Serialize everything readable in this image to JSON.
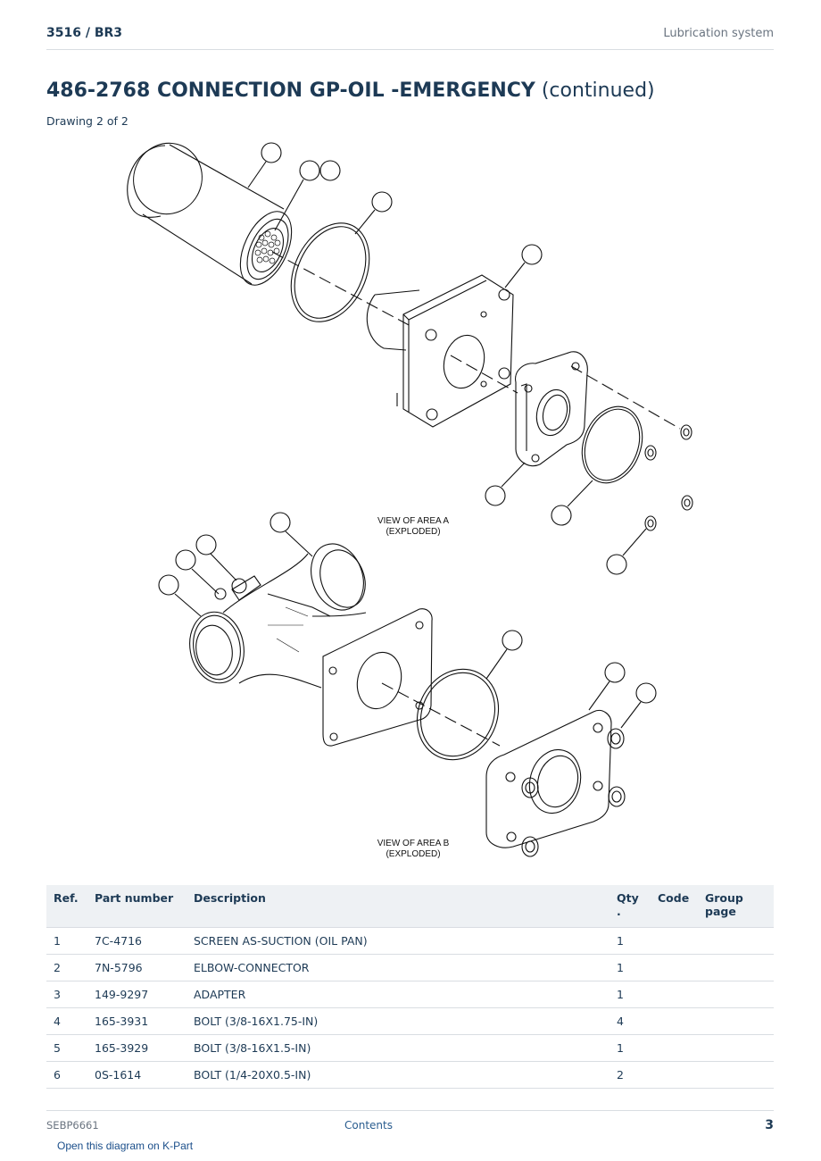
{
  "header": {
    "model": "3516  /  BR3",
    "section": "Lubrication system"
  },
  "title": {
    "main": "486-2768 CONNECTION GP-OIL -EMERGENCY",
    "suffix": "(continued)"
  },
  "drawing_label": "Drawing 2 of 2",
  "drawing": {
    "view_a_line1": "VIEW OF AREA A",
    "view_a_line2": "(EXPLODED)",
    "view_b_line1": "VIEW OF AREA B",
    "view_b_line2": "(EXPLODED)"
  },
  "table": {
    "headers": {
      "ref": "Ref.",
      "part_number": "Part number",
      "description": "Description",
      "qty": "Qty\n.",
      "code": "Code",
      "group_page": "Group page"
    },
    "rows": [
      {
        "ref": "1",
        "part_number": "7C-4716",
        "description": "SCREEN AS-SUCTION (OIL PAN)",
        "qty": "1",
        "code": "",
        "group_page": ""
      },
      {
        "ref": "2",
        "part_number": "7N-5796",
        "description": "ELBOW-CONNECTOR",
        "qty": "1",
        "code": "",
        "group_page": ""
      },
      {
        "ref": "3",
        "part_number": "149-9297",
        "description": "ADAPTER",
        "qty": "1",
        "code": "",
        "group_page": ""
      },
      {
        "ref": "4",
        "part_number": "165-3931",
        "description": "BOLT (3/8-16X1.75-IN)",
        "qty": "4",
        "code": "",
        "group_page": ""
      },
      {
        "ref": "5",
        "part_number": "165-3929",
        "description": "BOLT (3/8-16X1.5-IN)",
        "qty": "1",
        "code": "",
        "group_page": ""
      },
      {
        "ref": "6",
        "part_number": "0S-1614",
        "description": "BOLT (1/4-20X0.5-IN)",
        "qty": "2",
        "code": "",
        "group_page": ""
      }
    ]
  },
  "footer": {
    "doc_id": "SEBP6661",
    "contents_link": "Contents",
    "page_number": "3",
    "kpart_link": "Open this diagram on K-Part"
  }
}
